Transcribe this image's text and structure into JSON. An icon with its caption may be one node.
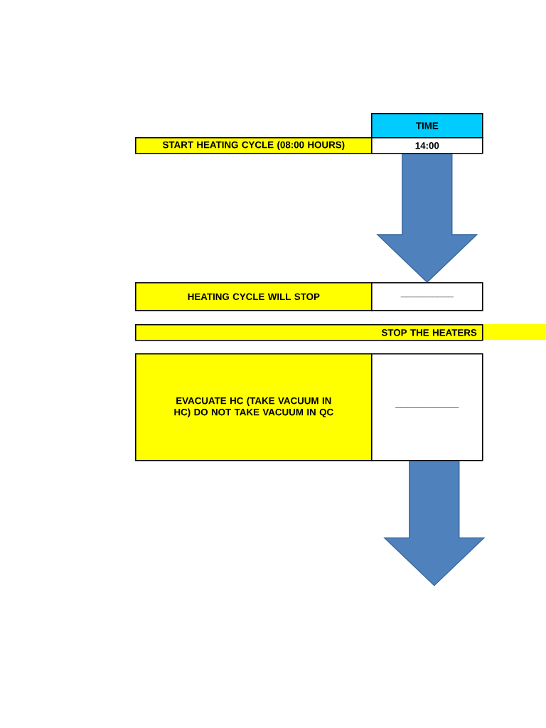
{
  "diagram": {
    "nodes": [
      {
        "text": [
          "TIME"
        ]
      },
      {
        "text": [
          "START HEATING CYCLE (08:00 HOURS)"
        ]
      },
      {
        "text": [
          "14:00"
        ]
      },
      {
        "text": [
          "HEATING CYCLE WILL STOP"
        ]
      },
      {
        "text": [
          "__________"
        ]
      },
      {
        "text": [
          "STOP THE HEATERS"
        ]
      },
      {
        "text": [
          "EVACUATE HC (TAKE VACUUM IN HC) DO NOT TAKE VACUUM IN QC"
        ]
      },
      {
        "text": [
          "____________"
        ]
      }
    ],
    "edges": [
      {
        "from": 2,
        "to": 4,
        "arrow": "to"
      },
      {
        "from": 7,
        "to": null,
        "arrow": "to"
      }
    ]
  }
}
